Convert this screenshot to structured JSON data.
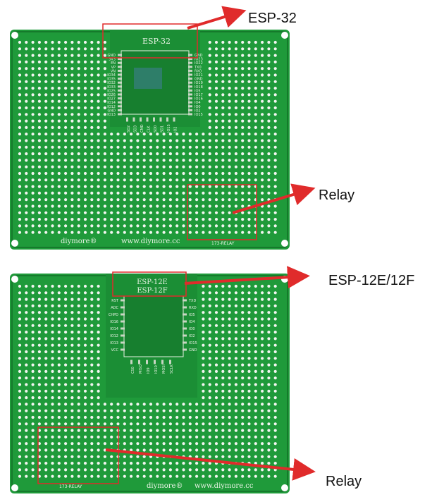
{
  "boards": [
    {
      "module_label": "ESP-32",
      "brand": "diymore®",
      "url": "www.diymore.cc",
      "silk_small": "173-RELAY",
      "callout_module": "ESP-32",
      "callout_relay": "Relay",
      "pins_left": [
        "GND",
        "3V3",
        "EN",
        "VP",
        "VN",
        "IO34",
        "IO35",
        "IO32",
        "IO33",
        "IO25",
        "IO26",
        "IO27",
        "IO14",
        "IO12",
        "GND",
        "IO13"
      ],
      "pins_right": [
        "GND",
        "IO23",
        "IO22",
        "TX0",
        "RX0",
        "IO21",
        "GND",
        "IO19",
        "IO18",
        "IO5",
        "IO17",
        "IO16",
        "IO4",
        "IO0",
        "IO2",
        "IO15"
      ],
      "pins_bottom": [
        "SD2",
        "SD3",
        "CMD",
        "CLK",
        "SD0",
        "SD1",
        "IO15",
        "IO2"
      ]
    },
    {
      "module_label": "ESP-12E",
      "module_label2": "ESP-12F",
      "brand": "diymore®",
      "url": "www.diymore.cc",
      "silk_small": "173-RELAY",
      "callout_module": "ESP-12E/12F",
      "callout_relay": "Relay",
      "pins_left": [
        "RST",
        "ADC",
        "CHPD",
        "IO16",
        "IO14",
        "IO12",
        "IO13",
        "VCC"
      ],
      "pins_right": [
        "TXD",
        "RXD",
        "IO5",
        "IO4",
        "IO0",
        "IO2",
        "IO15",
        "GND"
      ],
      "pins_bottom": [
        "CS0",
        "MISO",
        "IO9",
        "IO10",
        "MOSI",
        "SCLK"
      ]
    }
  ],
  "colors": {
    "board": "#1f9a3a",
    "board_dark": "#157a2b",
    "hole": "#f2f5f0",
    "callout": "#e02b2b",
    "silk": "#e8f3e4"
  }
}
